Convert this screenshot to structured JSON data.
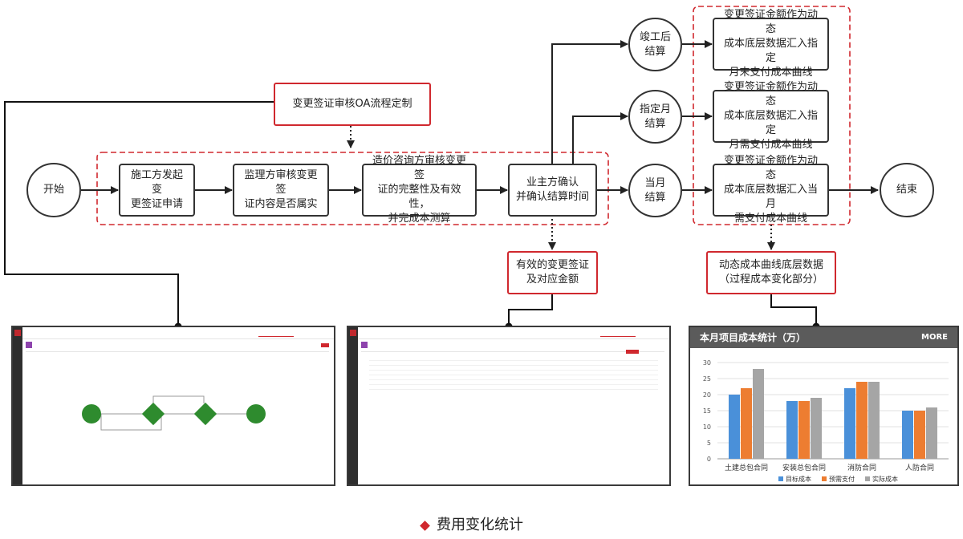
{
  "flow": {
    "start": "开始",
    "end": "结束",
    "steps": [
      "施工方发起变\n更签证申请",
      "监理方审核变更签\n证内容是否属实",
      "造价咨询方审核变更签\n证的完整性及有效性，\n并完成本测算",
      "业主方确认\n并确认结算时间"
    ],
    "settlements": [
      "竣工后\n结算",
      "指定月\n结算",
      "当月\n结算"
    ],
    "outcomes": [
      "变更签证金额作为动态\n成本底层数据汇入指定\n月末支付成本曲线",
      "变更签证金额作为动态\n成本底层数据汇入指定\n月需支付成本曲线",
      "变更签证金额作为动态\n成本底层数据汇入当月\n需支付成本曲线"
    ],
    "callouts": {
      "oa": "变更签证审核OA流程定制",
      "valid": "有效的变更签证\n及对应金额",
      "dynamic": "动态成本曲线底层数据\n（过程成本变化部分）"
    }
  },
  "colors": {
    "accent_red": "#d0282e",
    "node_green": "#2e8b2e",
    "bar_blue": "#4a90d9",
    "bar_orange": "#ed7d31",
    "bar_gray": "#a5a5a5"
  },
  "chart_data": {
    "type": "bar",
    "title": "本月项目成本统计（万）",
    "more_label": "MORE",
    "categories": [
      "土建总包合同",
      "安装总包合同",
      "消防合同",
      "人防合同"
    ],
    "series": [
      {
        "name": "目标成本",
        "values": [
          20,
          18,
          22,
          15
        ]
      },
      {
        "name": "预需支付",
        "values": [
          22,
          18,
          24,
          15
        ]
      },
      {
        "name": "实际成本",
        "values": [
          28,
          19,
          24,
          16
        ]
      }
    ],
    "ylim": [
      0,
      30
    ],
    "yticks": [
      0,
      5,
      10,
      15,
      20,
      25,
      30
    ],
    "grid": true,
    "legend_position": "bottom"
  },
  "caption": "费用变化统计"
}
